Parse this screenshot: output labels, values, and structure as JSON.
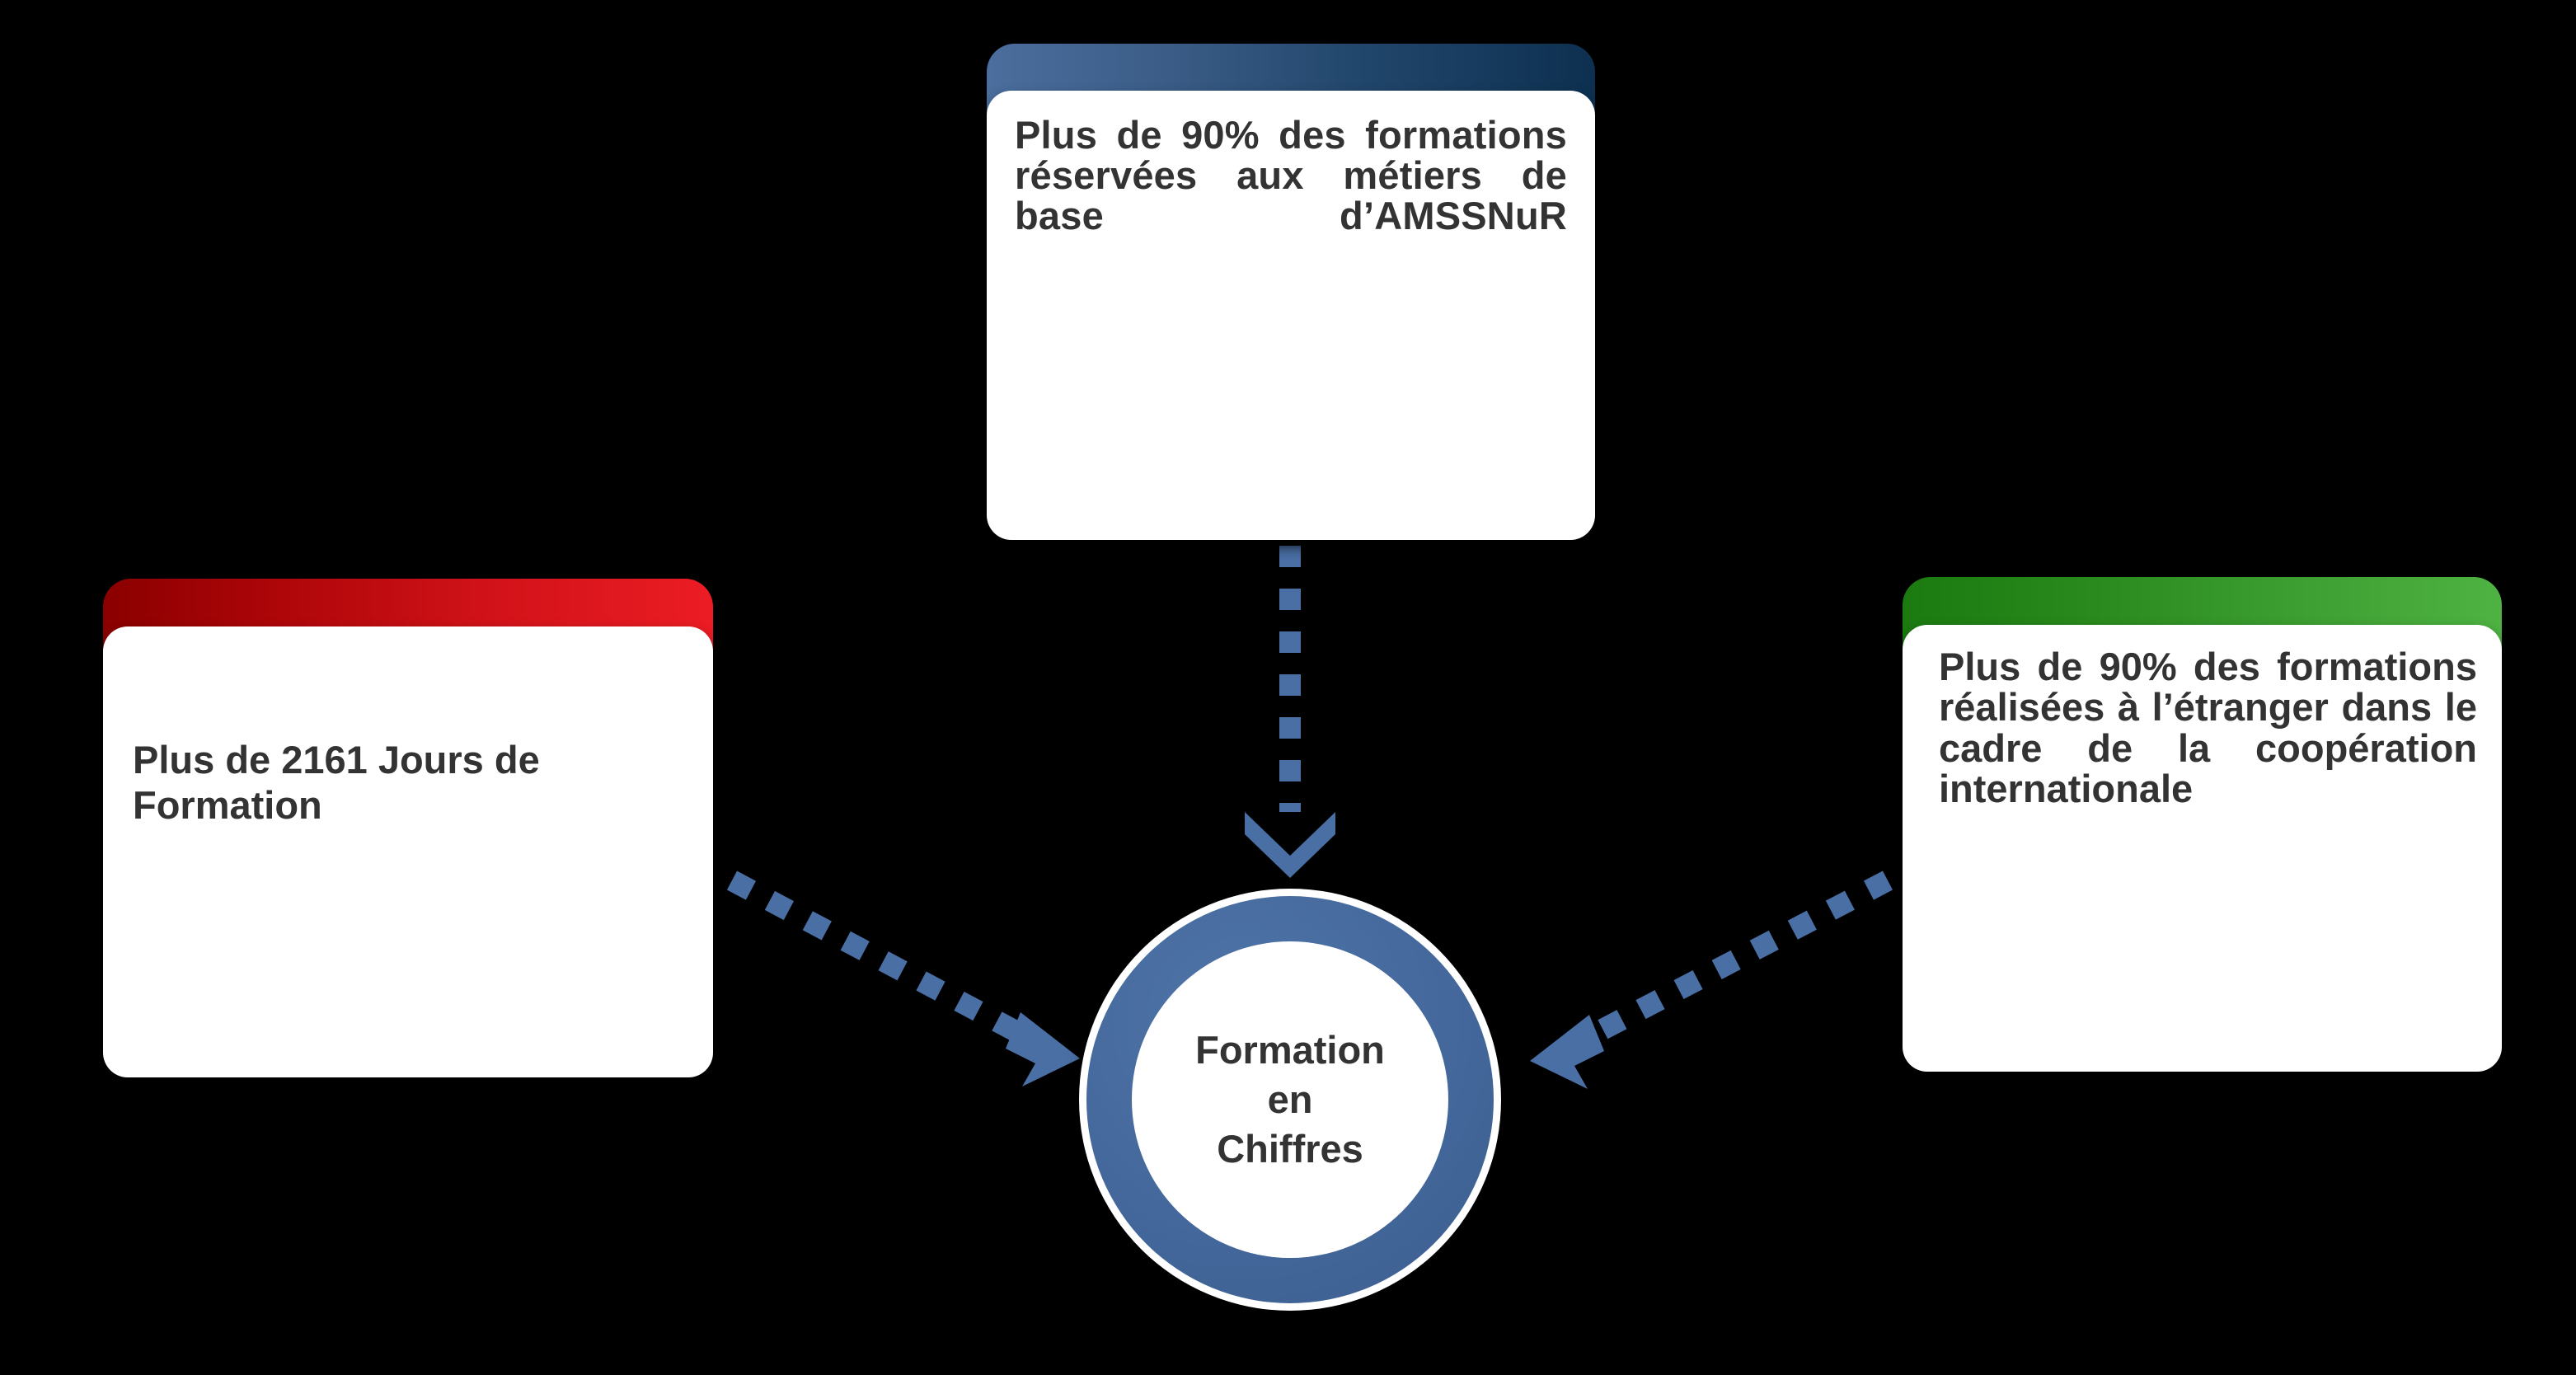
{
  "diagram": {
    "title": "Formation en Chiffres",
    "layout": "hub-and-spoke",
    "background_color": "#000000",
    "hub": {
      "label": "Formation\nen\nChiffres",
      "ring_color": "#44689C",
      "inner_color": "#FFFFFF",
      "outline_color": "#FFFFFF"
    },
    "connector": {
      "style": "square-dotted",
      "color": "#4A6FA5",
      "arrowhead": "chevron"
    },
    "nodes": [
      {
        "id": "top",
        "position": "top",
        "accent_color_start": "#4B6E9E",
        "accent_color_end": "#0D3050",
        "body_color": "#FFFFFF",
        "text": "Plus de 90% des formations réservées aux métiers de base d’AMSSNuR"
      },
      {
        "id": "left",
        "position": "left",
        "accent_color_start": "#8A0000",
        "accent_color_end": "#EC1C24",
        "body_color": "#FFFFFF",
        "text": "Plus de 2161 Jours de Formation"
      },
      {
        "id": "right",
        "position": "right",
        "accent_color_start": "#1B7A10",
        "accent_color_end": "#4EB342",
        "body_color": "#FFFFFF",
        "text": "Plus de 90% des formations réalisées à l’étranger dans le cadre de la coopération internationale"
      }
    ],
    "arrows": [
      {
        "id": "top-to-hub",
        "from": "top",
        "to": "hub",
        "direction": "down"
      },
      {
        "id": "left-to-hub",
        "from": "left",
        "to": "hub",
        "direction": "down-right"
      },
      {
        "id": "right-to-hub",
        "from": "right",
        "to": "hub",
        "direction": "down-left"
      }
    ]
  }
}
